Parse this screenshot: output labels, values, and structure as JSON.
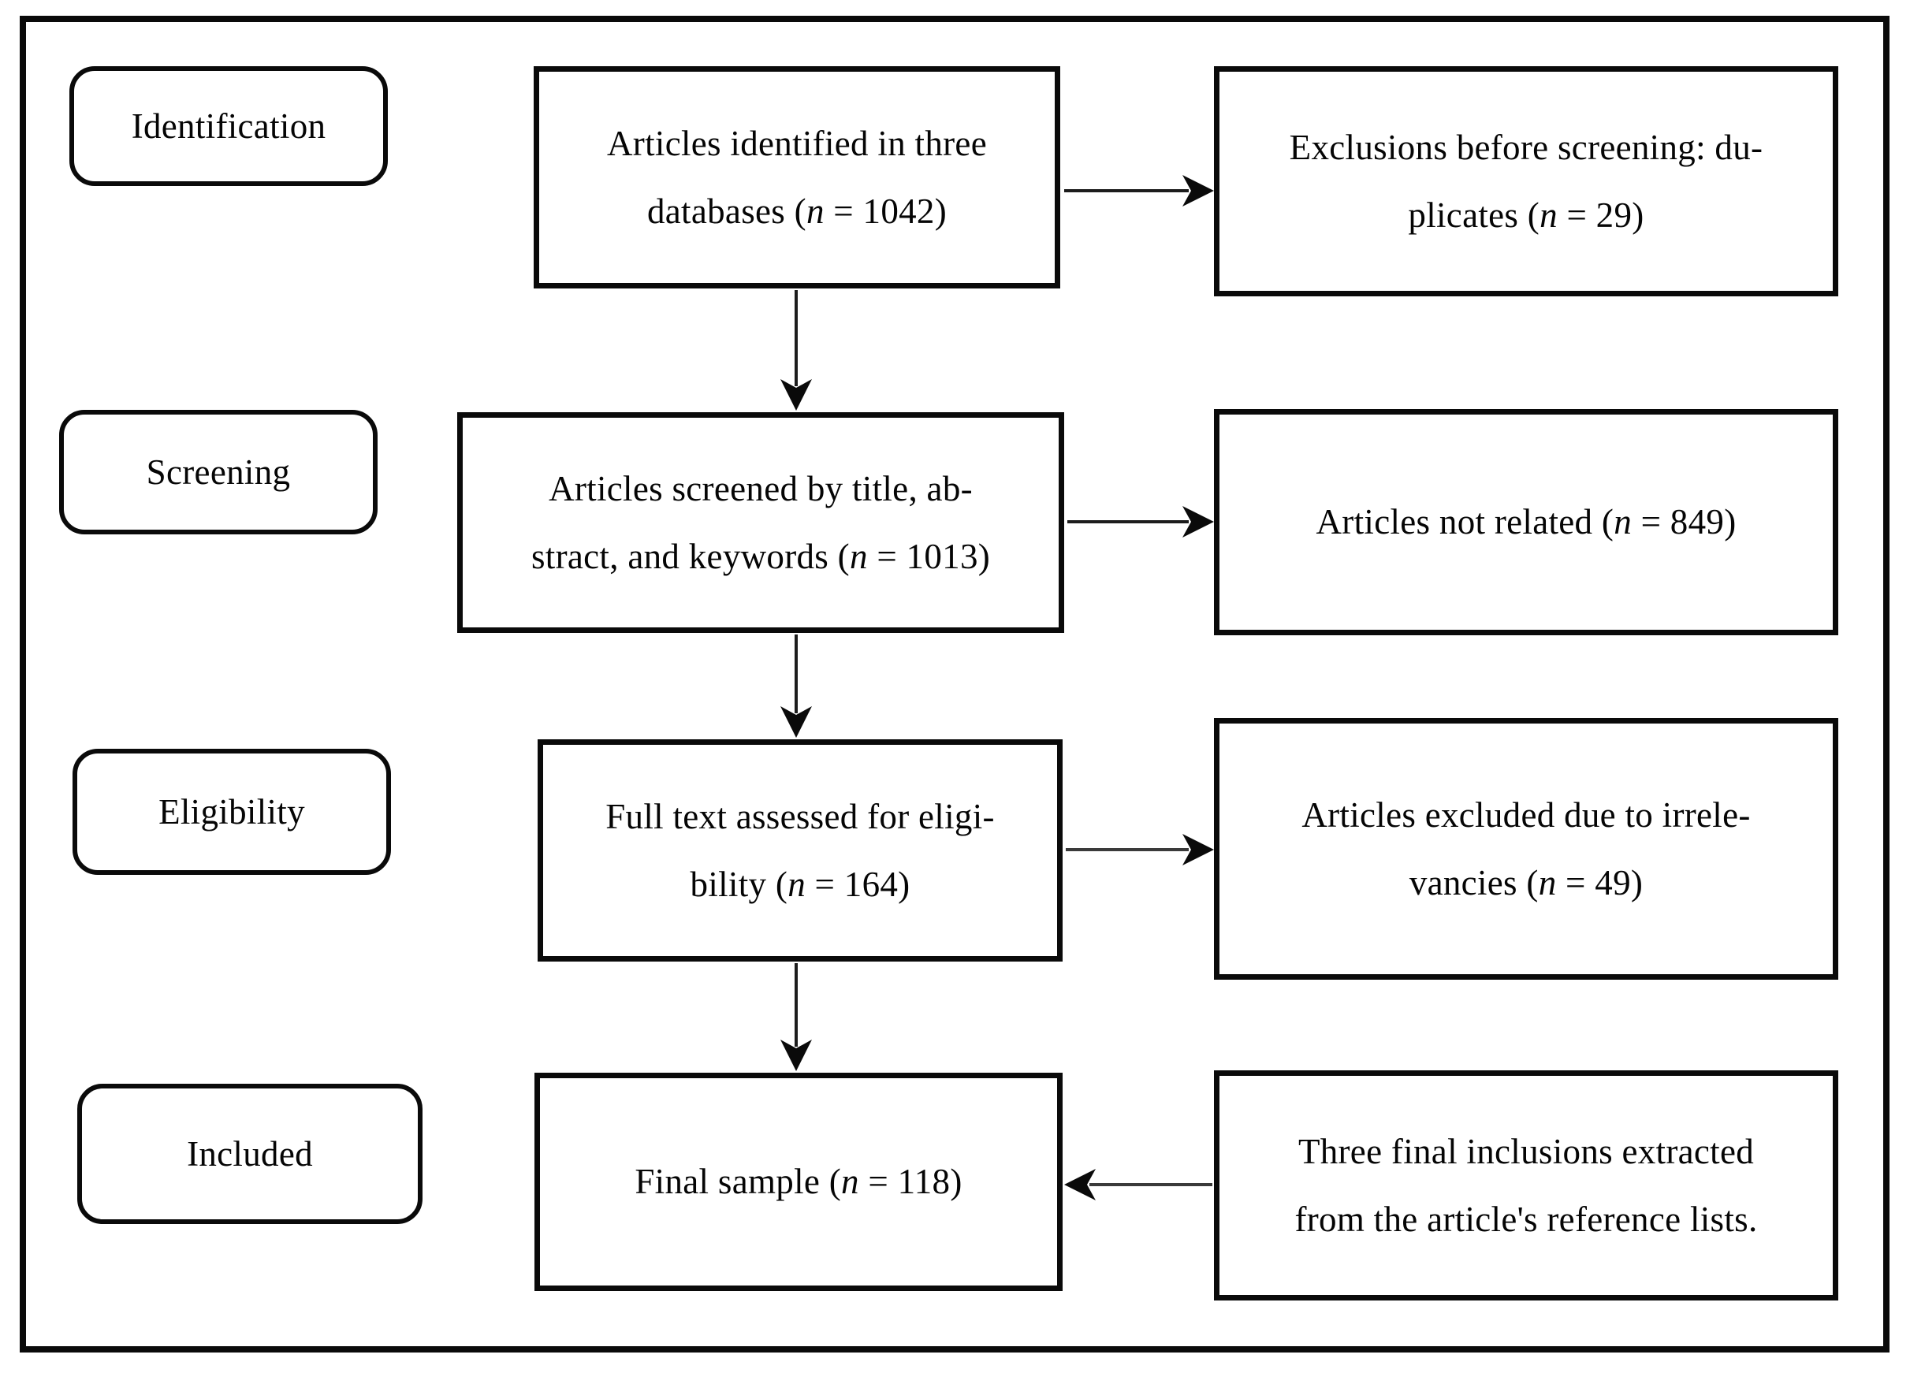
{
  "diagram": {
    "stages": [
      {
        "label": "Identification"
      },
      {
        "label": "Screening"
      },
      {
        "label": "Eligibility"
      },
      {
        "label": "Included"
      }
    ],
    "process_boxes": [
      {
        "lines": [
          [
            {
              "t": "Articles identified in three"
            }
          ],
          [
            {
              "t": "databases ("
            },
            {
              "t": "n",
              "i": true
            },
            {
              "t": " = 1042)"
            }
          ]
        ]
      },
      {
        "lines": [
          [
            {
              "t": "Articles screened by title, ab-"
            }
          ],
          [
            {
              "t": "stract, and keywords ("
            },
            {
              "t": "n",
              "i": true
            },
            {
              "t": " = 1013)"
            }
          ]
        ]
      },
      {
        "lines": [
          [
            {
              "t": "Full text assessed for eligi-"
            }
          ],
          [
            {
              "t": "bility ("
            },
            {
              "t": "n",
              "i": true
            },
            {
              "t": " = 164)"
            }
          ]
        ]
      },
      {
        "lines": [
          [
            {
              "t": "Final sample ("
            },
            {
              "t": "n",
              "i": true
            },
            {
              "t": " = 118)"
            }
          ]
        ]
      }
    ],
    "side_boxes": [
      {
        "lines": [
          [
            {
              "t": "Exclusions before screening: du-"
            }
          ],
          [
            {
              "t": "plicates ("
            },
            {
              "t": "n",
              "i": true
            },
            {
              "t": " = 29)"
            }
          ]
        ]
      },
      {
        "lines": [
          [
            {
              "t": "Articles not related ("
            },
            {
              "t": "n",
              "i": true
            },
            {
              "t": " = 849)"
            }
          ]
        ]
      },
      {
        "lines": [
          [
            {
              "t": "Articles excluded due to irrele-"
            }
          ],
          [
            {
              "t": "vancies ("
            },
            {
              "t": "n",
              "i": true
            },
            {
              "t": " = 49)"
            }
          ]
        ]
      },
      {
        "lines": [
          [
            {
              "t": "Three final inclusions extracted"
            }
          ],
          [
            {
              "t": "from the article's reference lists."
            }
          ]
        ]
      }
    ],
    "n_values": {
      "identified": 1042,
      "duplicates_excluded": 29,
      "screened": 1013,
      "not_related": 849,
      "full_text_assessed": 164,
      "excluded_irrelevancies": 49,
      "final_sample": 118
    },
    "colors": {
      "line": "#0a0a0a",
      "background": "#ffffff"
    }
  }
}
